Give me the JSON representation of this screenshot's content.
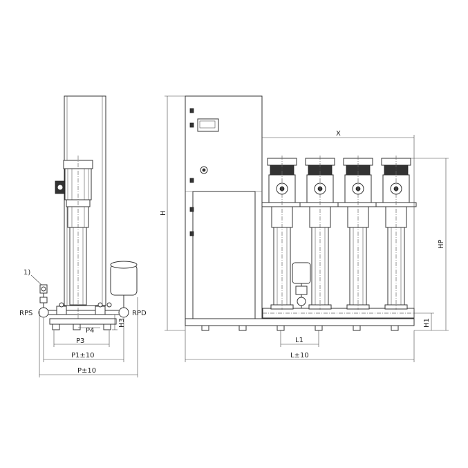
{
  "labels": {
    "note": "1)",
    "rps": "RPS",
    "rpd": "RPD",
    "h3": "H3",
    "p4": "P4",
    "p3": "P3",
    "p1": "P1±10",
    "p": "P±10",
    "h": "H",
    "x": "X",
    "hp": "HP",
    "h1": "H1",
    "l1": "L1",
    "l": "L±10"
  },
  "pump_count": 4
}
